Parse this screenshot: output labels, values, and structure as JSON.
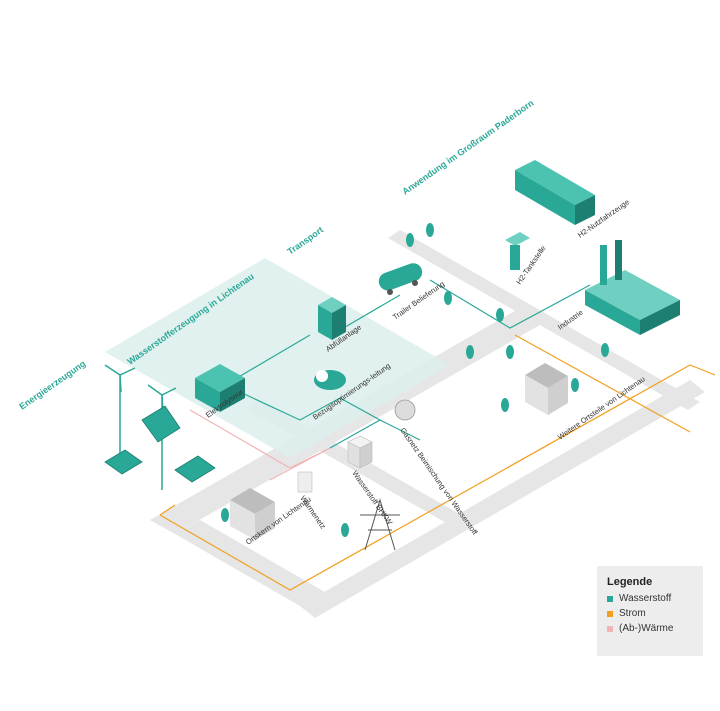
{
  "sections": {
    "energy": "Energieerzeugung",
    "hydrogen_production": "Wasserstofferzeugung in Lichtenau",
    "transport": "Transport",
    "application": "Anwendung im Großraum Paderborn"
  },
  "labels": {
    "electrolyser": "Elektrolyseur",
    "filling_plant": "Abfüllanlage",
    "optimization": "Bezugsoptimierungs-leitung",
    "trailer": "Trailer Belieferung",
    "h2_station": "H2-Tankstelle",
    "h2_vehicles": "H2-Nutzfahrzeuge",
    "industry": "Industrie",
    "gas_grid": "Gasnetz Beimischung von Wasserstoff",
    "chp": "Wasserstoff BHKW",
    "heat_grid": "Wärmenetz",
    "town_center": "Ortskern von Lichtenau",
    "other_districts": "Weitere Ortsteile von Lichtenau"
  },
  "legend": {
    "title": "Legende",
    "items": [
      {
        "label": "Wasserstoff",
        "color": "#2aa897"
      },
      {
        "label": "Strom",
        "color": "#f0a020"
      },
      {
        "label": "(Ab-)Wärme",
        "color": "#f2b3b6"
      }
    ]
  },
  "colors": {
    "teal": "#2aa897",
    "teal_dark": "#1d7f72",
    "zone": "#dcefec",
    "road": "#e6e6e6",
    "power": "#f0a020",
    "heat": "#f2b3b6"
  }
}
